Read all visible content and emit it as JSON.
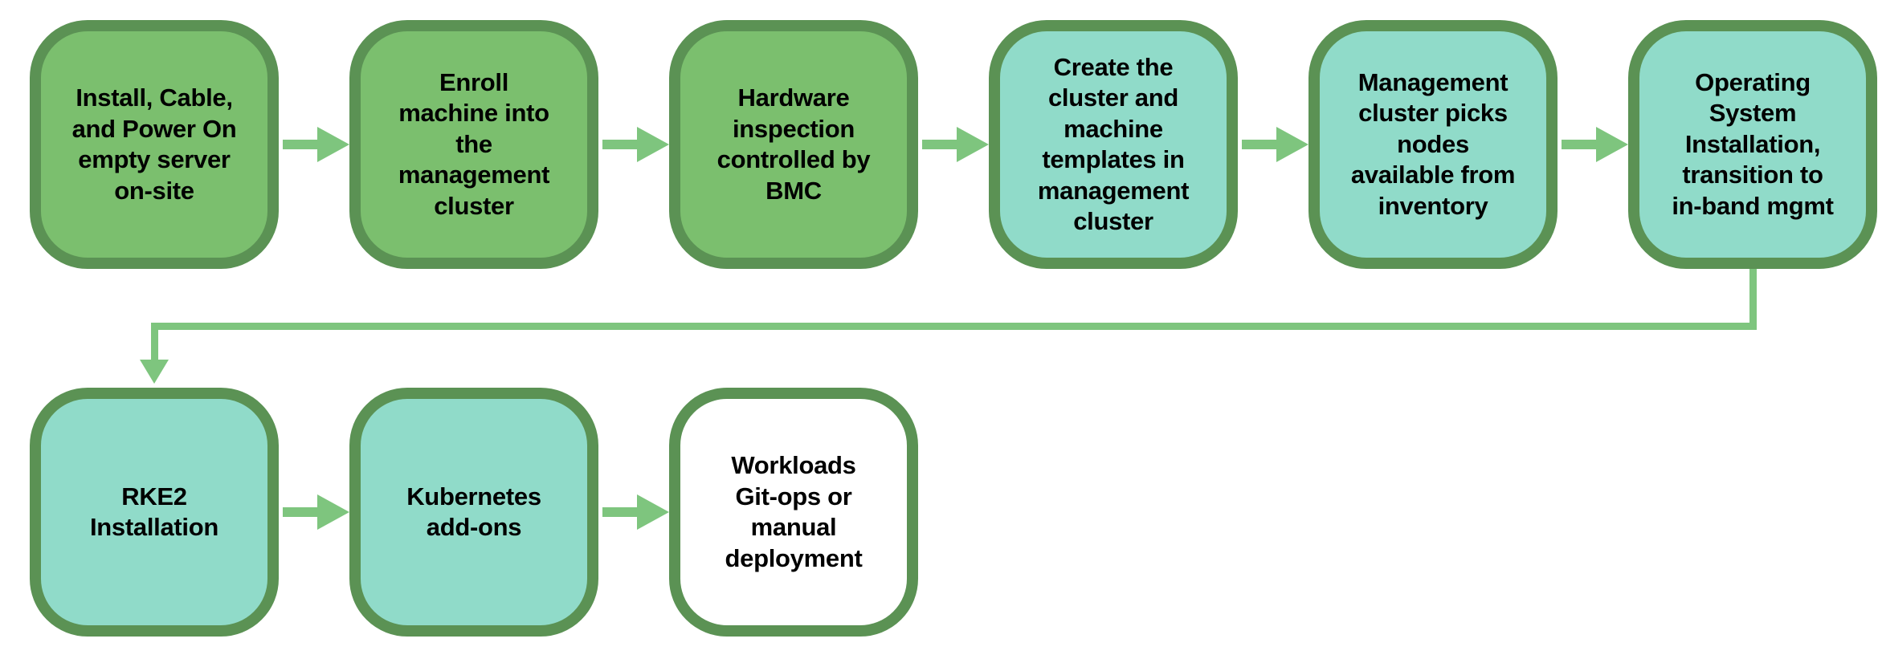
{
  "diagram": {
    "type": "flowchart",
    "colors": {
      "background": "#ffffff",
      "border_green": "#5b9254",
      "fill_green": "#7bbf6e",
      "fill_teal": "#90dbc9",
      "fill_white": "#ffffff",
      "arrow_green": "#7ec57e",
      "text": "#000000"
    },
    "nodes": [
      {
        "id": "install-cable-power-on",
        "label": "Install, Cable,\nand Power On\nempty server\non-site",
        "fill": "green",
        "row": 0,
        "col": 0
      },
      {
        "id": "enroll-machine",
        "label": "Enroll\nmachine into\nthe\nmanagement\ncluster",
        "fill": "green",
        "row": 0,
        "col": 1
      },
      {
        "id": "hardware-inspection",
        "label": "Hardware\ninspection\ncontrolled by\nBMC",
        "fill": "green",
        "row": 0,
        "col": 2
      },
      {
        "id": "create-cluster-templates",
        "label": "Create the\ncluster and\nmachine\ntemplates in\nmanagement\ncluster",
        "fill": "teal",
        "row": 0,
        "col": 3
      },
      {
        "id": "mgmt-cluster-picks-nodes",
        "label": "Management\ncluster picks\nnodes\navailable from\ninventory",
        "fill": "teal",
        "row": 0,
        "col": 4
      },
      {
        "id": "os-installation",
        "label": "Operating\nSystem\nInstallation,\ntransition to\nin-band mgmt",
        "fill": "teal",
        "row": 0,
        "col": 5
      },
      {
        "id": "rke2-installation",
        "label": "RKE2\nInstallation",
        "fill": "teal",
        "row": 1,
        "col": 0
      },
      {
        "id": "kubernetes-addons",
        "label": "Kubernetes\nadd-ons",
        "fill": "teal",
        "row": 1,
        "col": 1
      },
      {
        "id": "workloads-deployment",
        "label": "Workloads\nGit-ops or\nmanual\ndeployment",
        "fill": "white",
        "row": 1,
        "col": 2
      }
    ],
    "connections": [
      {
        "from": "install-cable-power-on",
        "to": "enroll-machine",
        "type": "right-arrow"
      },
      {
        "from": "enroll-machine",
        "to": "hardware-inspection",
        "type": "right-arrow"
      },
      {
        "from": "hardware-inspection",
        "to": "create-cluster-templates",
        "type": "right-arrow"
      },
      {
        "from": "create-cluster-templates",
        "to": "mgmt-cluster-picks-nodes",
        "type": "right-arrow"
      },
      {
        "from": "mgmt-cluster-picks-nodes",
        "to": "os-installation",
        "type": "right-arrow"
      },
      {
        "from": "os-installation",
        "to": "rke2-installation",
        "type": "elbow-down-arrow"
      },
      {
        "from": "rke2-installation",
        "to": "kubernetes-addons",
        "type": "right-arrow"
      },
      {
        "from": "kubernetes-addons",
        "to": "workloads-deployment",
        "type": "right-arrow"
      }
    ]
  }
}
